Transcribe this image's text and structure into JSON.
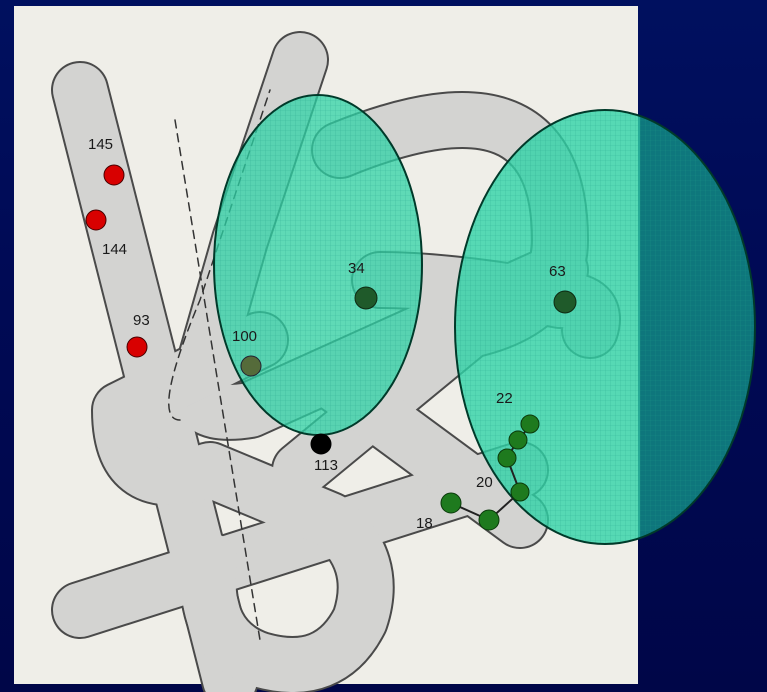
{
  "slide": {
    "background_color": "#000a55",
    "figure_background": "#efeee8",
    "highlight_fill": "#2fd3a6",
    "highlight_stroke": "#003a2a"
  },
  "residues": [
    {
      "label": "145",
      "color": "#d80000"
    },
    {
      "label": "144",
      "color": "#d80000"
    },
    {
      "label": "93",
      "color": "#d80000"
    },
    {
      "label": "100",
      "color": "#556b3a"
    },
    {
      "label": "34",
      "color": "#1f5a2a"
    },
    {
      "label": "63",
      "color": "#1f5a2a"
    },
    {
      "label": "113",
      "color": "#000000"
    },
    {
      "label": "22",
      "color": "#1e7a1e"
    },
    {
      "label": "20",
      "color": "#1e7a1e"
    },
    {
      "label": "18",
      "color": "#1e7a1e"
    }
  ]
}
